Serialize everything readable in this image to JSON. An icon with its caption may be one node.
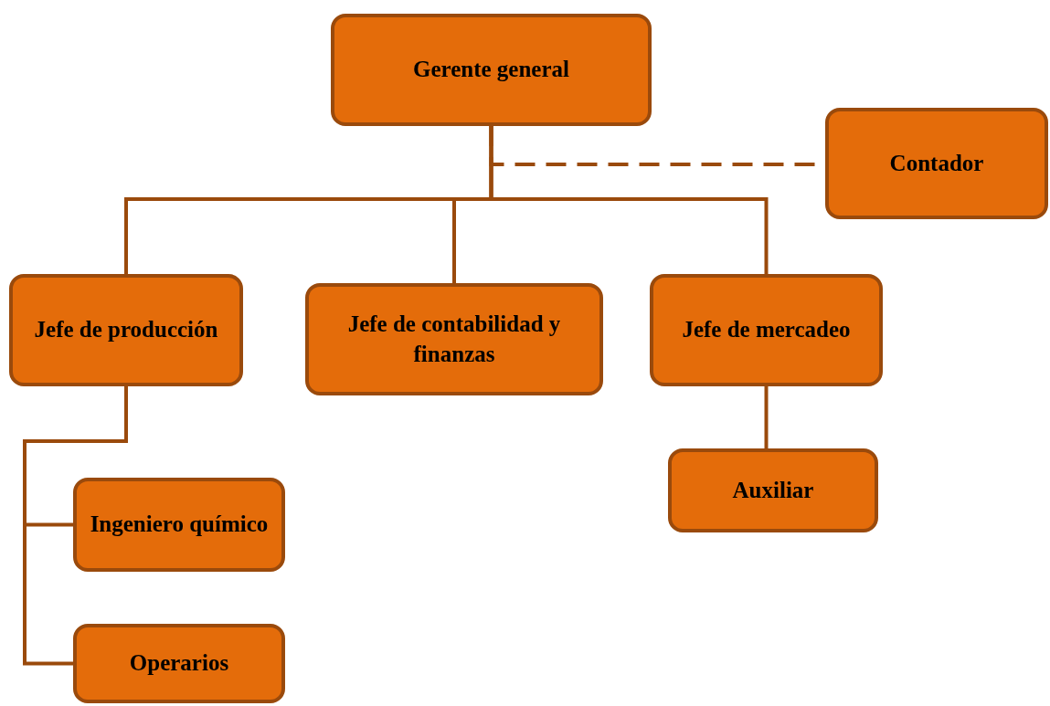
{
  "diagram": {
    "nodes": [
      {
        "text": [
          "Gerente general"
        ]
      },
      {
        "text": [
          "Contador"
        ]
      },
      {
        "text": [
          "Jefe de producción"
        ]
      },
      {
        "text": [
          "Jefe de contabilidad y finanzas"
        ]
      },
      {
        "text": [
          "Jefe de mercadeo"
        ]
      },
      {
        "text": [
          "Ingeniero químico"
        ]
      },
      {
        "text": [
          "Operarios"
        ]
      },
      {
        "text": [
          "Auxiliar"
        ]
      }
    ],
    "edges": [
      {
        "from": 0,
        "to": 1,
        "arrow": "none",
        "style": "dashed"
      },
      {
        "from": 0,
        "to": 2,
        "arrow": "none"
      },
      {
        "from": 0,
        "to": 3,
        "arrow": "none"
      },
      {
        "from": 0,
        "to": 4,
        "arrow": "none"
      },
      {
        "from": 2,
        "to": 5,
        "arrow": "none"
      },
      {
        "from": 2,
        "to": 6,
        "arrow": "none"
      },
      {
        "from": 4,
        "to": 7,
        "arrow": "none"
      }
    ]
  }
}
